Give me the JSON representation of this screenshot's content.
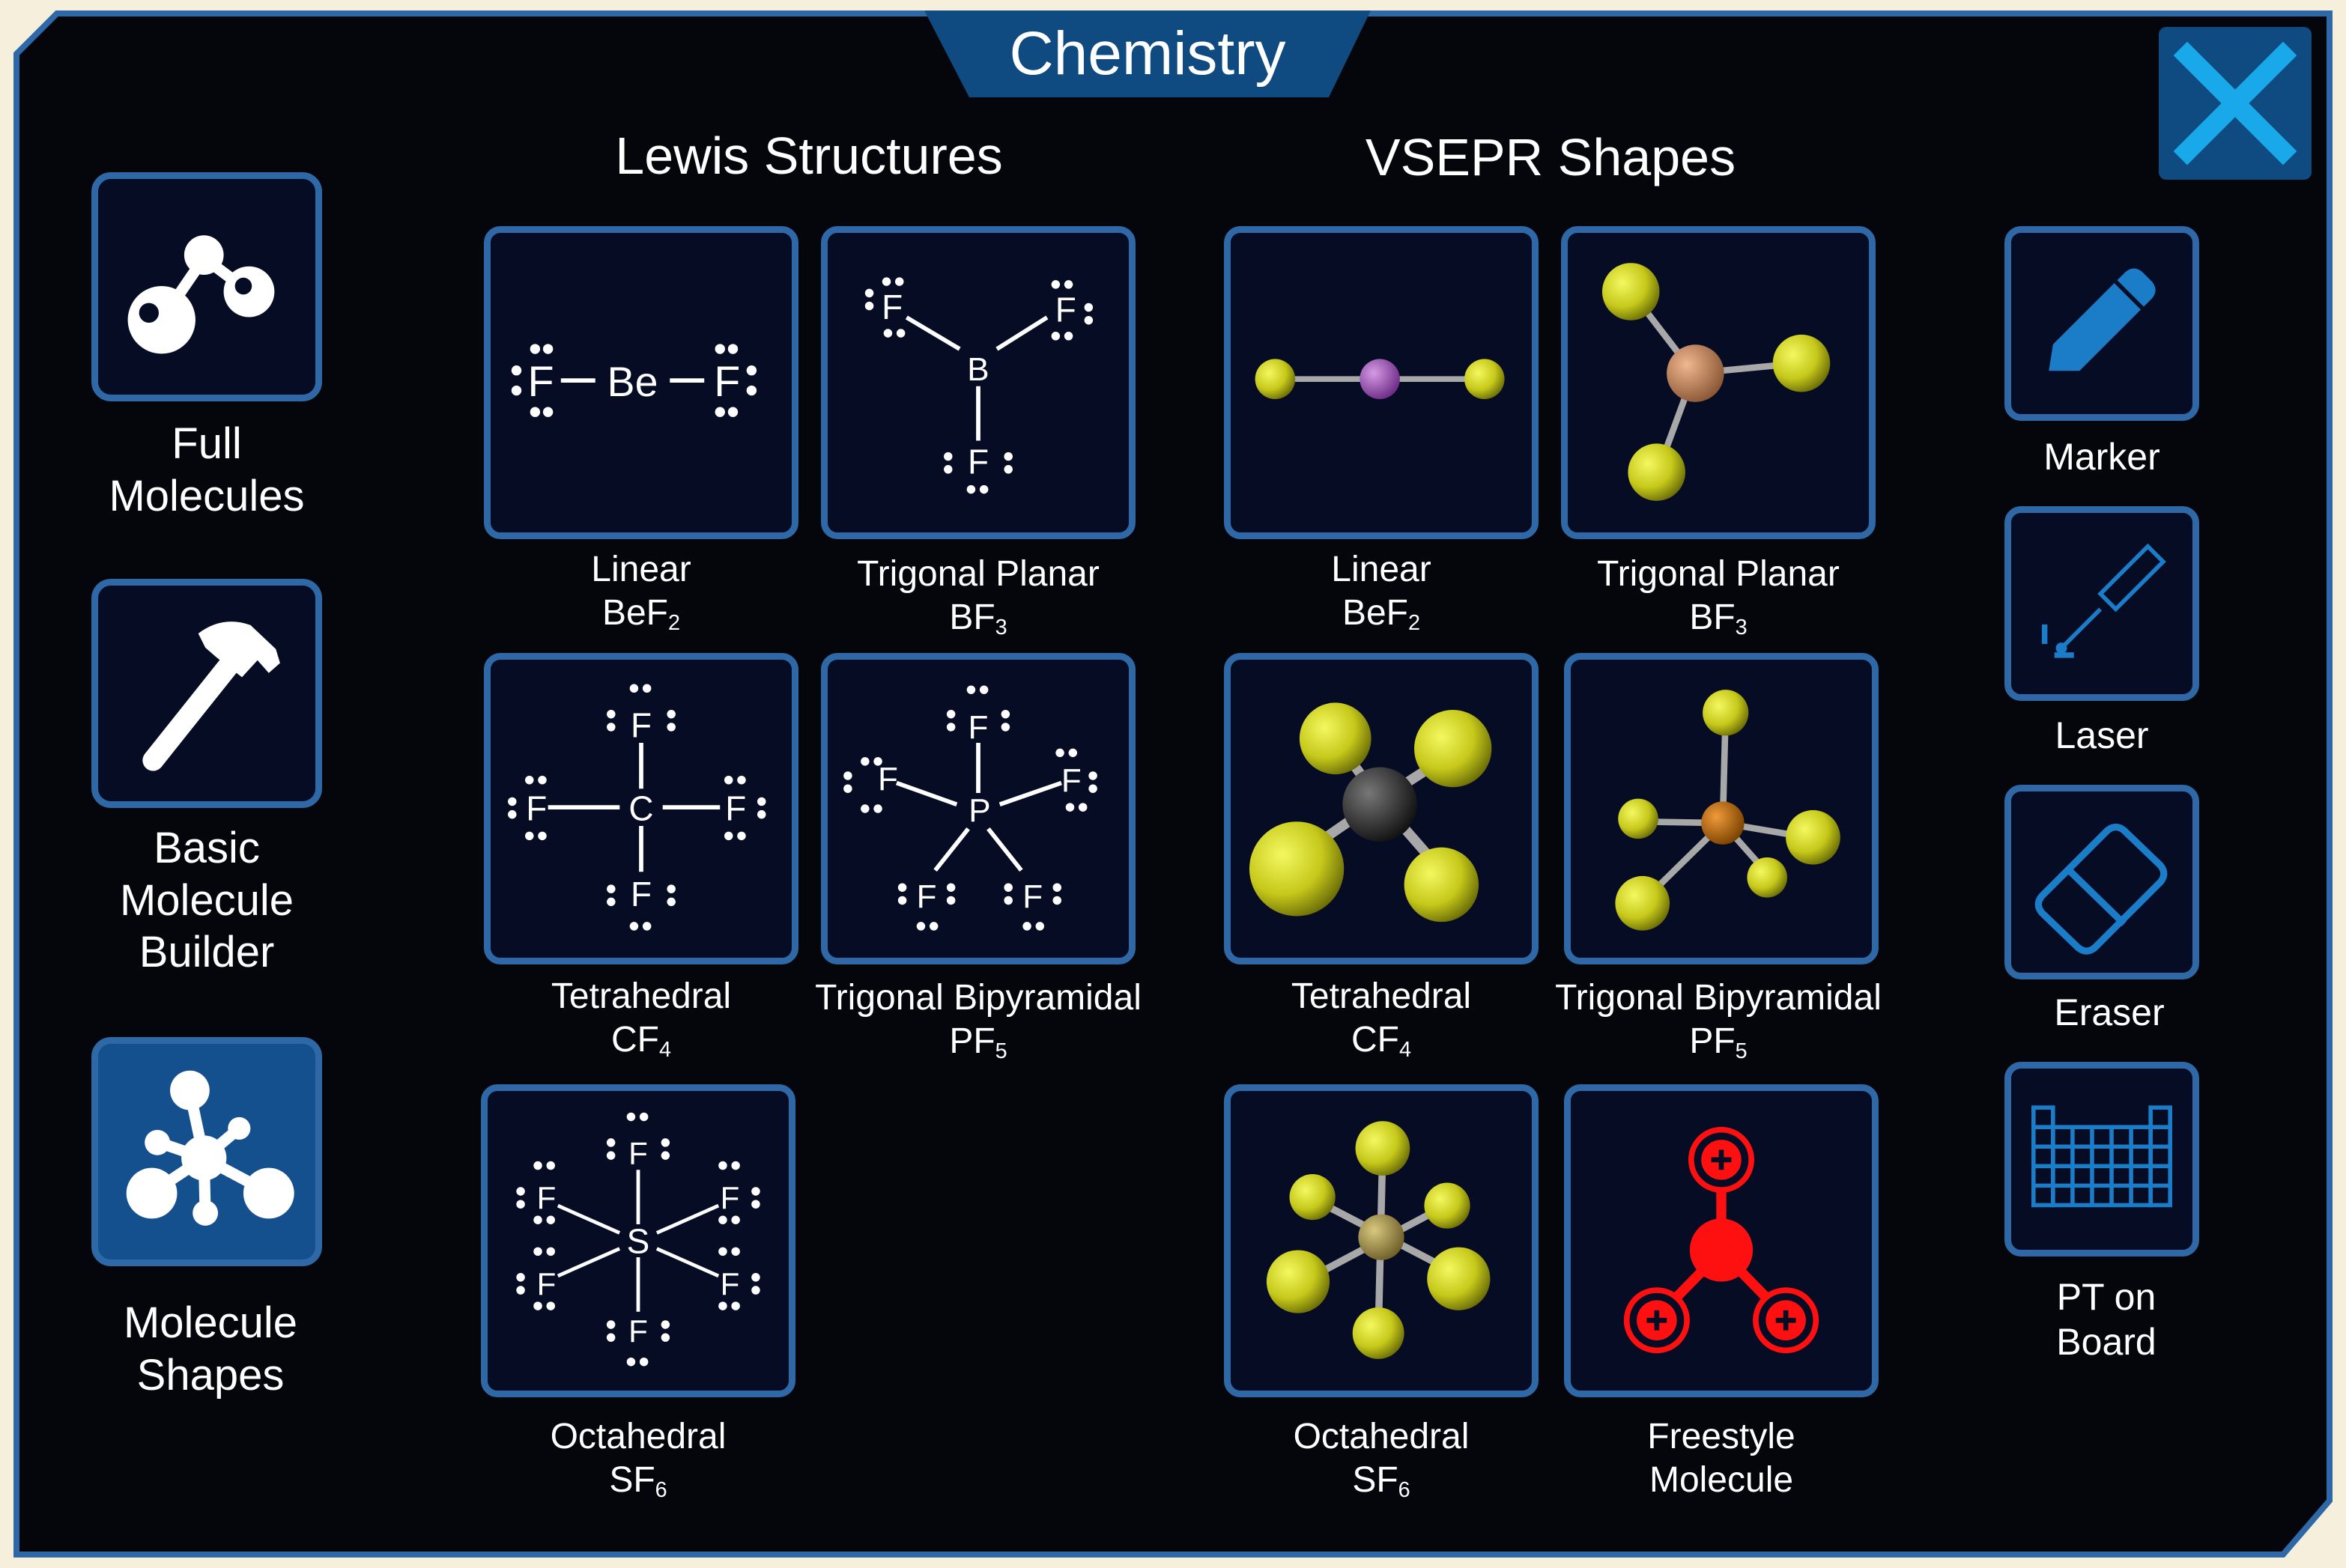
{
  "header": {
    "title": "Chemistry"
  },
  "close": {
    "icon": "close-icon"
  },
  "colors": {
    "accent": "#2f68a6",
    "panel": "#050c24",
    "tab": "#0f4b80",
    "freestyle": "#ff1010"
  },
  "sidebar": {
    "items": [
      {
        "line1": "Full",
        "line2": "Molecules",
        "line3": ""
      },
      {
        "line1": "Basic",
        "line2": "Molecule",
        "line3": "Builder"
      },
      {
        "line1": "Molecule",
        "line2": "Shapes",
        "line3": ""
      }
    ]
  },
  "lewis": {
    "title": "Lewis Structures",
    "items": [
      {
        "name": "Linear",
        "formula": "BeF",
        "sub": "2"
      },
      {
        "name": "Trigonal Planar",
        "formula": "BF",
        "sub": "3"
      },
      {
        "name": "Tetrahedral",
        "formula": "CF",
        "sub": "4"
      },
      {
        "name": "Trigonal Bipyramidal",
        "formula": "PF",
        "sub": "5"
      },
      {
        "name": "Octahedral",
        "formula": "SF",
        "sub": "6"
      }
    ],
    "atoms": {
      "be": "Be",
      "b": "B",
      "c": "C",
      "p": "P",
      "s": "S",
      "f": "F"
    }
  },
  "vsepr": {
    "title": "VSEPR Shapes",
    "items": [
      {
        "name": "Linear",
        "formula": "BeF",
        "sub": "2"
      },
      {
        "name": "Trigonal Planar",
        "formula": "BF",
        "sub": "3"
      },
      {
        "name": "Tetrahedral",
        "formula": "CF",
        "sub": "4"
      },
      {
        "name": "Trigonal Bipyramidal",
        "formula": "PF",
        "sub": "5"
      },
      {
        "name": "Octahedral",
        "formula": "SF",
        "sub": "6"
      },
      {
        "name": "Freestyle",
        "line2": "Molecule"
      }
    ]
  },
  "tools": {
    "items": [
      {
        "line1": "Marker",
        "line2": ""
      },
      {
        "line1": "Laser",
        "line2": ""
      },
      {
        "line1": "Eraser",
        "line2": ""
      },
      {
        "line1": "PT on",
        "line2": "Board"
      }
    ]
  }
}
